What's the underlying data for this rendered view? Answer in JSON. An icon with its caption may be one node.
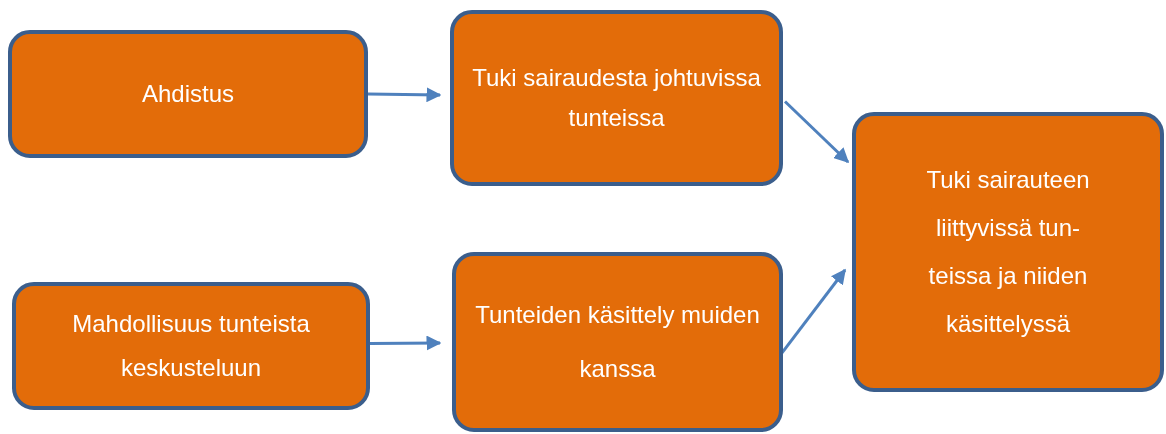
{
  "diagram": {
    "nodes": [
      {
        "text": [
          "Ahdistus"
        ]
      },
      {
        "text": [
          "Tuki sairaudesta johtuvissa tunteissa"
        ]
      },
      {
        "text": [
          "Mahdollisuus tunteista keskusteluun"
        ]
      },
      {
        "text": [
          "Tunteiden käsittely muiden kanssa"
        ]
      },
      {
        "text": [
          "Tuki sairauteen liittyvissä tun- teissa ja niiden käsittelyssä"
        ]
      }
    ],
    "edges": [
      {
        "from": 0,
        "to": 1,
        "arrow": "to"
      },
      {
        "from": 2,
        "to": 3,
        "arrow": "to"
      },
      {
        "from": 1,
        "to": 4,
        "arrow": "to"
      },
      {
        "from": 3,
        "to": 4,
        "arrow": "to"
      }
    ]
  }
}
